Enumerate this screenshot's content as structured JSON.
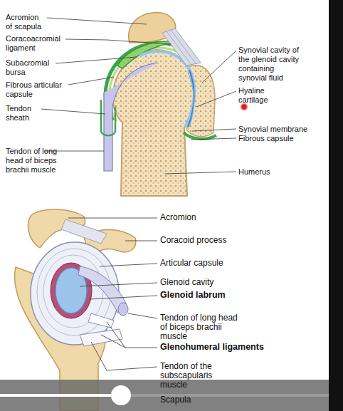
{
  "diagram": {
    "labels": [
      "Acromion of scapula",
      "Coracoacromial ligament",
      "Subacromial bursa",
      "Fibrous articular capsule",
      "Tendon sheath",
      "Tendon of long head of biceps brachii muscle",
      "Synovial cavity of the glenoid cavity containing synovial fluid",
      "Hyaline cartilage",
      "Synovial membrane",
      "Fibrous capsule",
      "Humerus",
      "Acromion",
      "Coracoid process",
      "Articular capsule",
      "Glenoid cavity",
      "Glenoid labrum",
      "Tendon of long head of biceps brachii muscle",
      "Glenohumeral ligaments",
      "Tendon of the subscapularis muscle",
      "Scapula"
    ]
  }
}
